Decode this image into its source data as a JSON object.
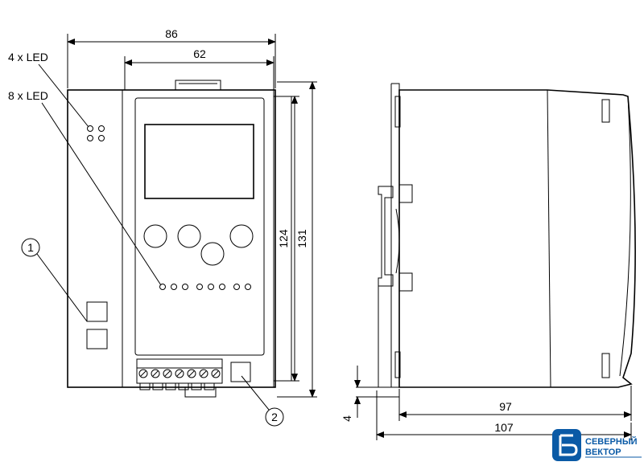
{
  "front_view": {
    "dimensions": {
      "overall_width": "86",
      "display_width": "62",
      "inner_height": "124",
      "overall_height": "131"
    },
    "labels": {
      "led4": "4 x LED",
      "led8": "8 x LED",
      "callout1": "1",
      "callout2": "2"
    }
  },
  "side_view": {
    "dimensions": {
      "depth_inner": "97",
      "depth_overall": "107",
      "rail_offset": "4"
    }
  },
  "logo": {
    "line1": "СЕВЕРНЫЙ",
    "line2": "ВЕКТОР",
    "icon": "letter-b-icon",
    "color": "#0a5aa6"
  }
}
